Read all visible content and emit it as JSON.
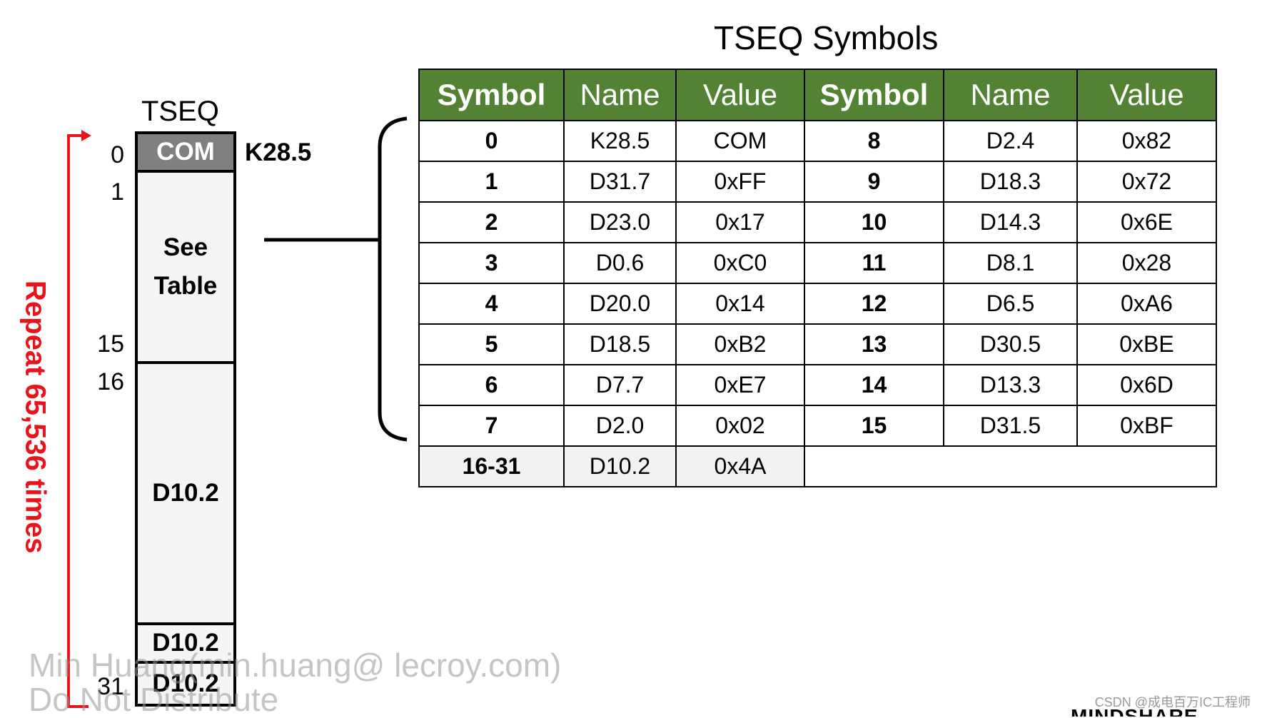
{
  "title": "TSEQ Symbols",
  "tseq": {
    "label": "TSEQ",
    "com": "COM",
    "com_code": "K28.5",
    "see_table_1": "See",
    "see_table_2": "Table",
    "d102_main": "D10.2",
    "d102_a": "D10.2",
    "d102_b": "D10.2",
    "indices": [
      "0",
      "1",
      "15",
      "16",
      "31"
    ],
    "repeat": "Repeat 65,536 times",
    "repeat_color": "#e8141b"
  },
  "table": {
    "header_color": "#548235",
    "headers": [
      "Symbol",
      "Name",
      "Value",
      "Symbol",
      "Name",
      "Value"
    ],
    "rows": [
      [
        "0",
        "K28.5",
        "COM",
        "8",
        "D2.4",
        "0x82"
      ],
      [
        "1",
        "D31.7",
        "0xFF",
        "9",
        "D18.3",
        "0x72"
      ],
      [
        "2",
        "D23.0",
        "0x17",
        "10",
        "D14.3",
        "0x6E"
      ],
      [
        "3",
        "D0.6",
        "0xC0",
        "11",
        "D8.1",
        "0x28"
      ],
      [
        "4",
        "D20.0",
        "0x14",
        "12",
        "D6.5",
        "0xA6"
      ],
      [
        "5",
        "D18.5",
        "0xB2",
        "13",
        "D30.5",
        "0xBE"
      ],
      [
        "6",
        "D7.7",
        "0xE7",
        "14",
        "D13.3",
        "0x6D"
      ],
      [
        "7",
        "D2.0",
        "0x02",
        "15",
        "D31.5",
        "0xBF"
      ]
    ],
    "last_row": [
      "16-31",
      "D10.2",
      "0x4A"
    ]
  },
  "watermark": {
    "line1": "Min Huang(min.huang@ lecroy.com)",
    "line2": "Do Not Distribute"
  },
  "csdn": "CSDN @成电百万IC工程师",
  "logo": "MINDSHARE"
}
